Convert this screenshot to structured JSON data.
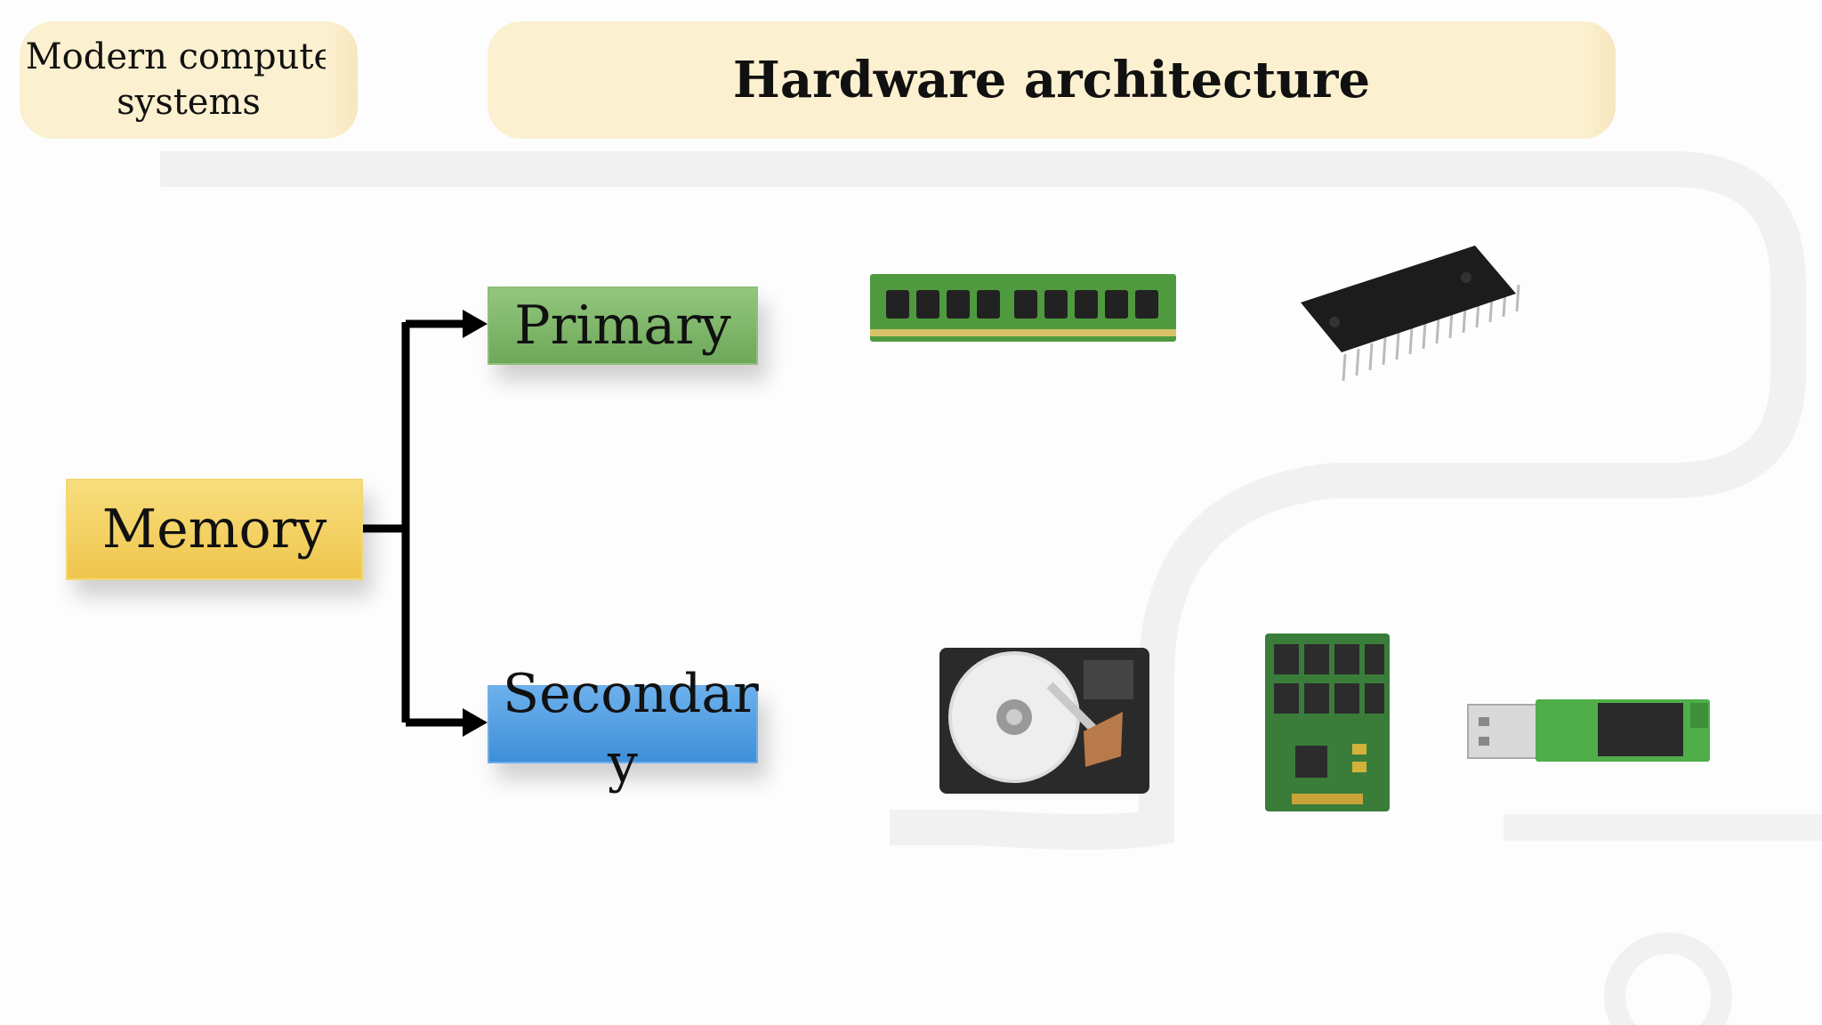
{
  "header": {
    "section": "Modern computer systems",
    "title": "Hardware architecture"
  },
  "diagram": {
    "root": "Memory",
    "branches": [
      "Primary",
      "Secondar y"
    ]
  },
  "images": {
    "primary": [
      "ram-module",
      "eprom-chip"
    ],
    "secondary": [
      "hard-disk-drive",
      "solid-state-drive",
      "usb-flash-drive"
    ]
  }
}
